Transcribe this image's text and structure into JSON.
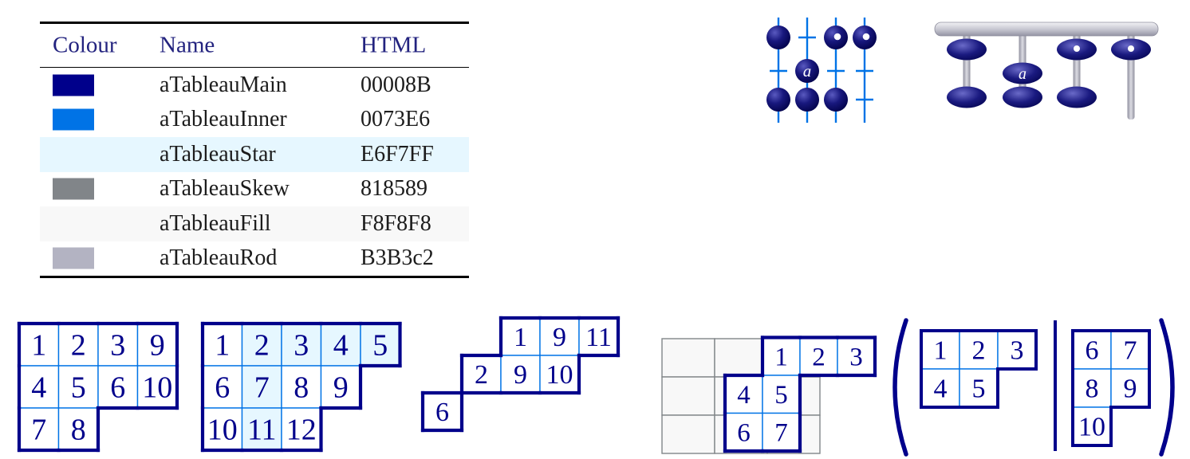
{
  "colors": {
    "main": "#00008B",
    "inner": "#0073E6",
    "star": "#E6F7FF",
    "skew": "#818589",
    "fill": "#F8F8F8",
    "rod": "#B3B3C2",
    "rule": "#000000",
    "header_text": "#23237f",
    "body_text": "#1c1c1c",
    "background": "#ffffff"
  },
  "palette_table": {
    "headers": [
      "Colour",
      "Name",
      "HTML"
    ],
    "rows": [
      {
        "name": "aTableauMain",
        "hex": "00008B",
        "swatch": "#00008B",
        "row_bg": "#FFFFFF"
      },
      {
        "name": "aTableauInner",
        "hex": "0073E6",
        "swatch": "#0073E6",
        "row_bg": "#FFFFFF"
      },
      {
        "name": "aTableauStar",
        "hex": "E6F7FF",
        "swatch": "#E6F7FF",
        "row_bg": "#E6F7FF"
      },
      {
        "name": "aTableauSkew",
        "hex": "818589",
        "swatch": "#818589",
        "row_bg": "#FFFFFF"
      },
      {
        "name": "aTableauFill",
        "hex": "F8F8F8",
        "swatch": "#F8F8F8",
        "row_bg": "#F8F8F8"
      },
      {
        "name": "aTableauRod",
        "hex": "B3B3c2",
        "swatch": "#B3B3C2",
        "row_bg": "#FFFFFF"
      }
    ]
  },
  "abacus_disc": {
    "beads": [
      {
        "rod": 0,
        "level": 0
      },
      {
        "rod": 2,
        "level": 0,
        "hole": true
      },
      {
        "rod": 3,
        "level": 0,
        "hole": true
      },
      {
        "rod": 1,
        "level": 1,
        "label": "a"
      },
      {
        "rod": 0,
        "level": 2
      },
      {
        "rod": 1,
        "level": 2
      },
      {
        "rod": 2,
        "level": 2
      }
    ],
    "crosses": [
      {
        "rod": 1,
        "level": 0
      },
      {
        "rod": 0,
        "level": 1
      },
      {
        "rod": 2,
        "level": 1
      },
      {
        "rod": 3,
        "level": 1
      },
      {
        "rod": 3,
        "level": 2
      }
    ]
  },
  "abacus_torus": {
    "beads": [
      {
        "rod": 0,
        "level": 0
      },
      {
        "rod": 2,
        "level": 0,
        "hole": true
      },
      {
        "rod": 3,
        "level": 0,
        "hole": true
      },
      {
        "rod": 1,
        "level": 1,
        "label": "a"
      },
      {
        "rod": 0,
        "level": 2
      },
      {
        "rod": 1,
        "level": 2
      },
      {
        "rod": 2,
        "level": 2
      }
    ],
    "tail_rod": 3
  },
  "tableaux": {
    "t1": {
      "rows": [
        {
          "offset": 0,
          "cells": [
            "1",
            "2",
            "3",
            "9"
          ]
        },
        {
          "offset": 0,
          "cells": [
            "4",
            "5",
            "6",
            "10"
          ]
        },
        {
          "offset": 0,
          "cells": [
            "7",
            "8"
          ]
        }
      ]
    },
    "t2": {
      "rows": [
        {
          "offset": 0,
          "cells": [
            "1",
            {
              "v": "2",
              "star": true
            },
            {
              "v": "3",
              "star": true
            },
            {
              "v": "4",
              "star": true
            },
            {
              "v": "5",
              "star": true
            }
          ]
        },
        {
          "offset": 0,
          "cells": [
            "6",
            {
              "v": "7",
              "star": true
            },
            "8",
            "9"
          ]
        },
        {
          "offset": 0,
          "cells": [
            "10",
            {
              "v": "11",
              "star": true
            },
            "12"
          ]
        }
      ]
    },
    "t3": {
      "rows": [
        {
          "offset": 2,
          "cells": [
            "1",
            "9",
            "11"
          ]
        },
        {
          "offset": 1,
          "cells": [
            "2",
            "9",
            "10"
          ]
        },
        {
          "offset": 0,
          "cells": [
            "6"
          ]
        }
      ]
    },
    "t4": {
      "rows": [
        {
          "offset": 1,
          "cells": [
            "1",
            "2",
            "3"
          ]
        },
        {
          "offset": 0,
          "cells": [
            "4",
            "5"
          ]
        },
        {
          "offset": 0,
          "cells": [
            "6",
            "7"
          ]
        }
      ]
    },
    "t5_left": {
      "rows": [
        {
          "offset": 0,
          "cells": [
            "1",
            "2",
            "3"
          ]
        },
        {
          "offset": 0,
          "cells": [
            "4",
            "5"
          ]
        }
      ]
    },
    "t5_right": {
      "rows": [
        {
          "offset": 0,
          "cells": [
            "6",
            "7"
          ]
        },
        {
          "offset": 0,
          "cells": [
            "8",
            "9"
          ]
        },
        {
          "offset": 0,
          "cells": [
            "10"
          ]
        }
      ]
    }
  },
  "pair_notation": {
    "open": "(",
    "divider": "|",
    "close": ")"
  }
}
